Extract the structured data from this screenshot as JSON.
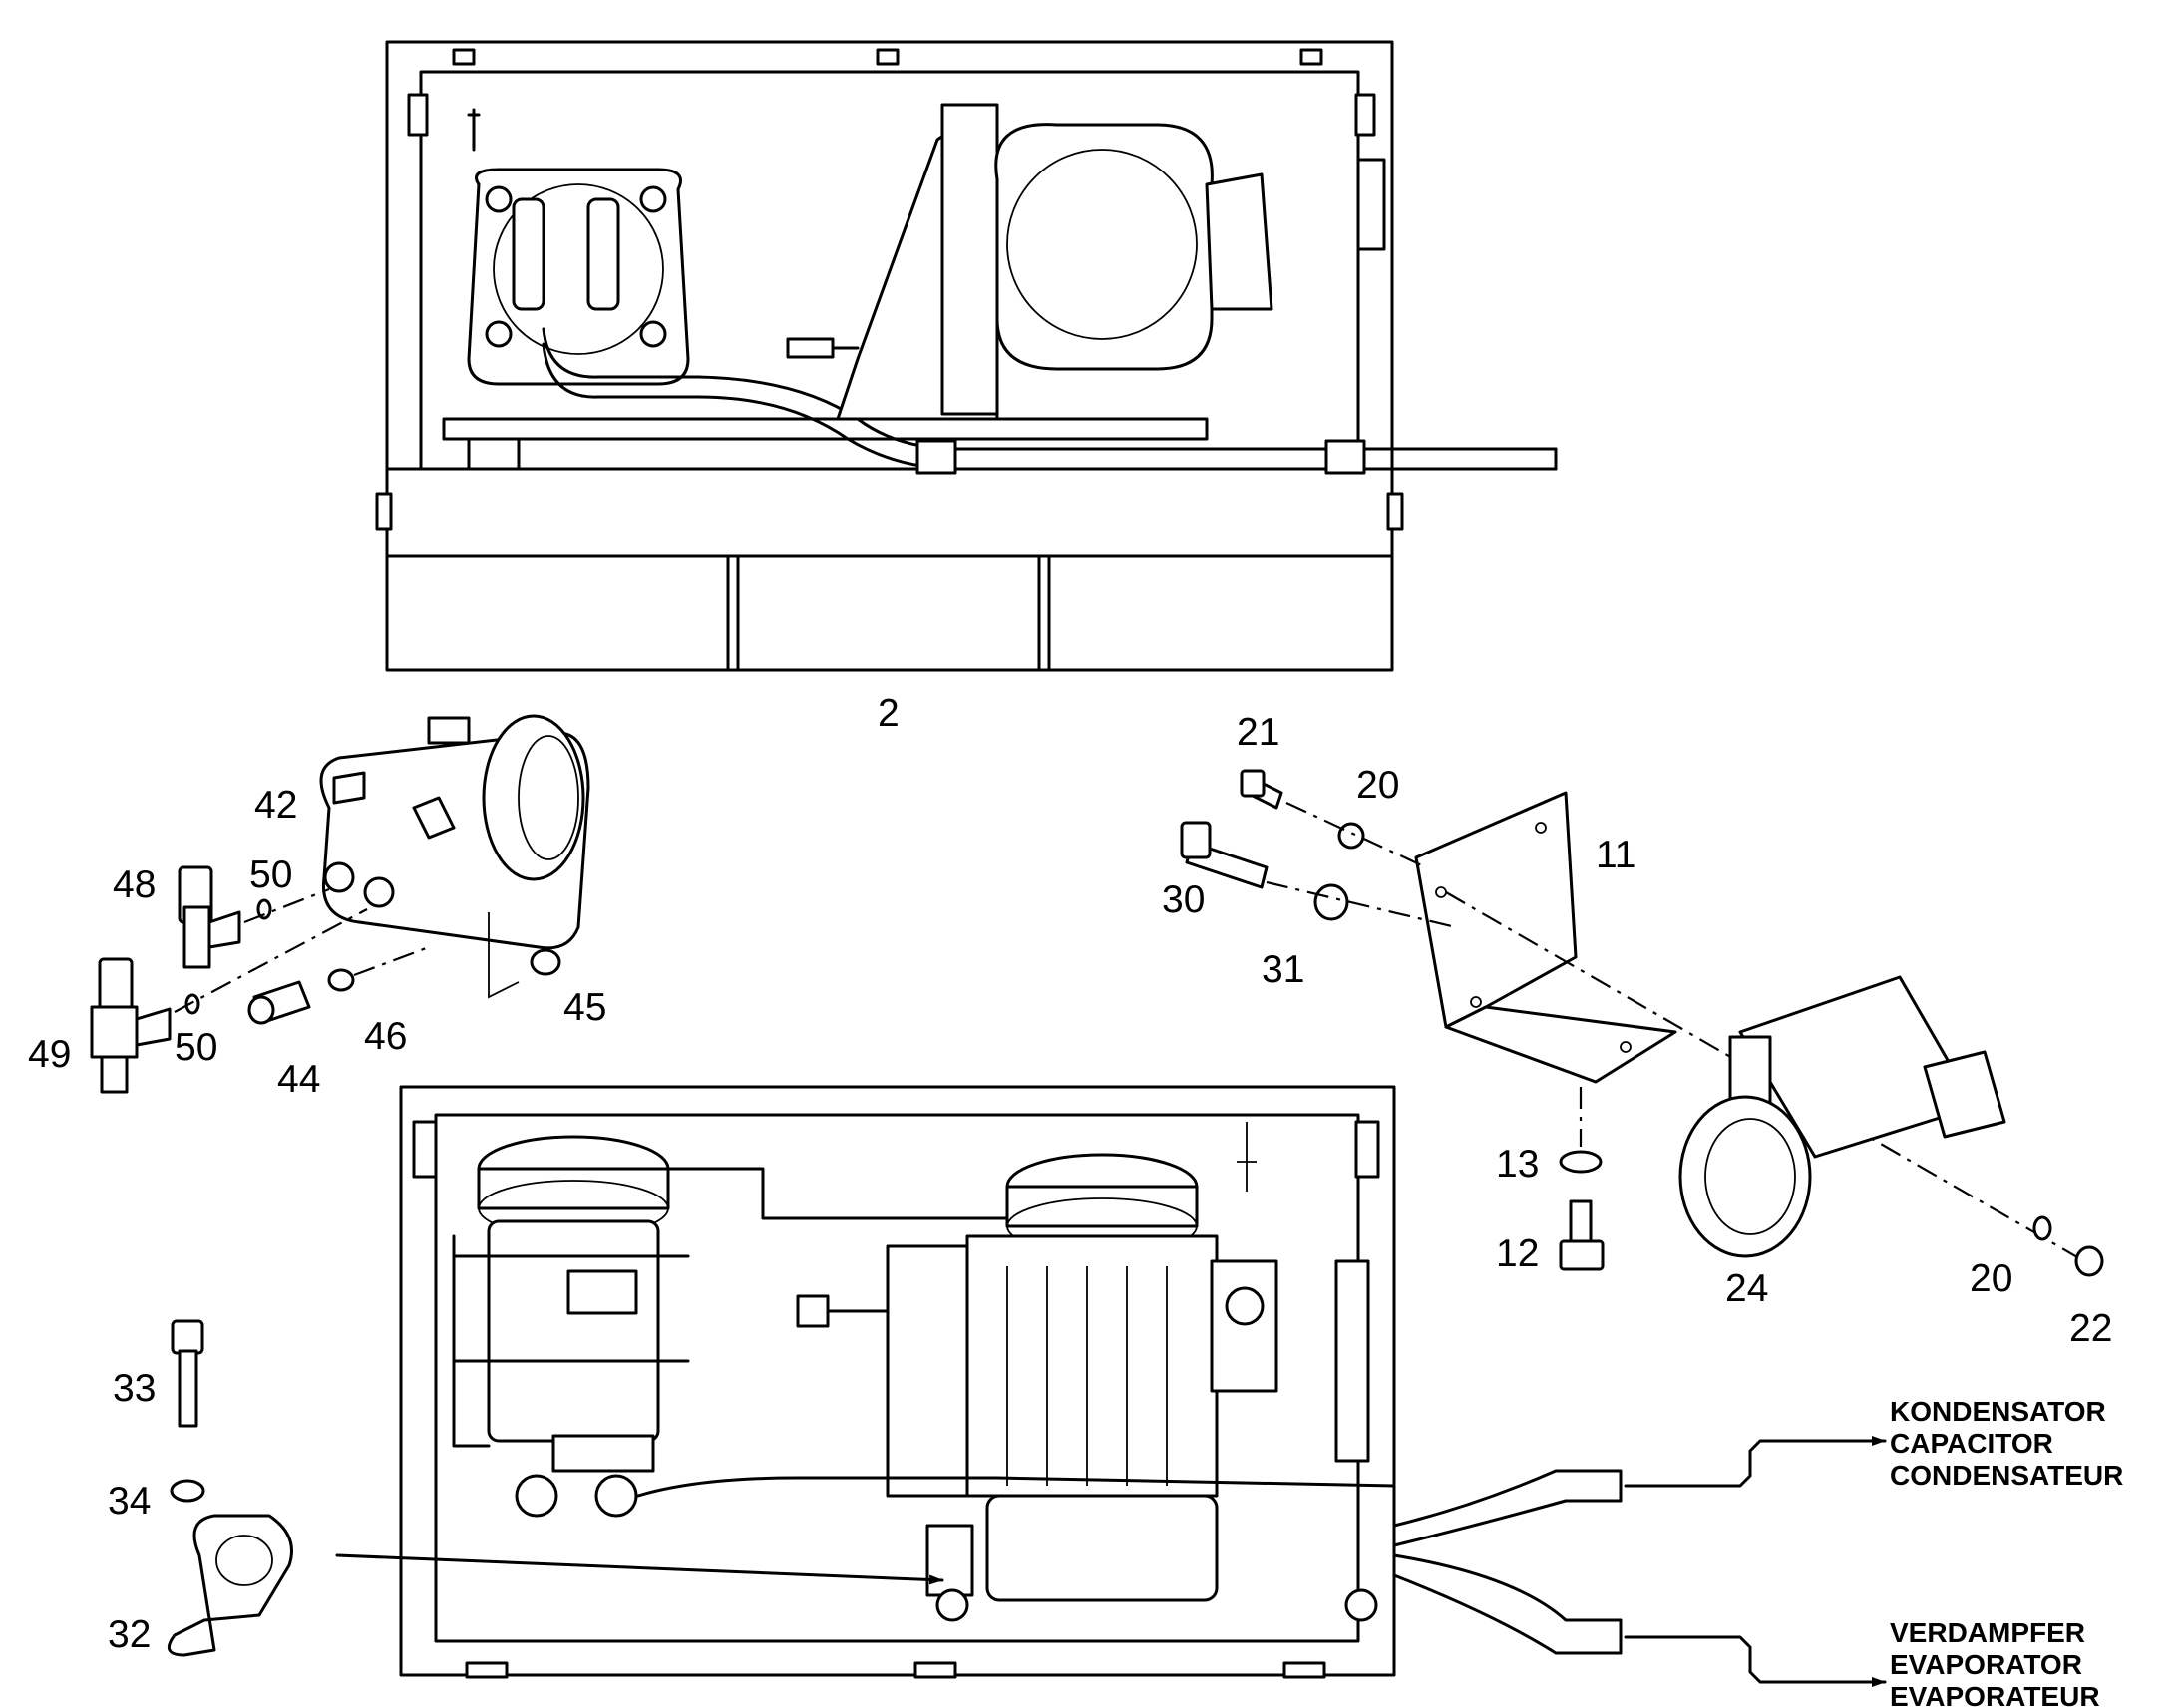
{
  "callouts": {
    "c2": "2",
    "c21": "21",
    "c20a": "20",
    "c11": "11",
    "c30": "30",
    "c31": "31",
    "c13": "13",
    "c12": "12",
    "c24": "24",
    "c20b": "20",
    "c22": "22",
    "c42": "42",
    "c48": "48",
    "c50a": "50",
    "c49": "49",
    "c50b": "50",
    "c44": "44",
    "c46": "46",
    "c45": "45",
    "c33": "33",
    "c34": "34",
    "c32": "32"
  },
  "destinations": {
    "condenser": [
      "KONDENSATOR",
      "CAPACITOR",
      "CONDENSATEUR"
    ],
    "evaporator": [
      "VERDAMPFER",
      "EVAPORATOR",
      "EVAPORATEUR"
    ]
  }
}
